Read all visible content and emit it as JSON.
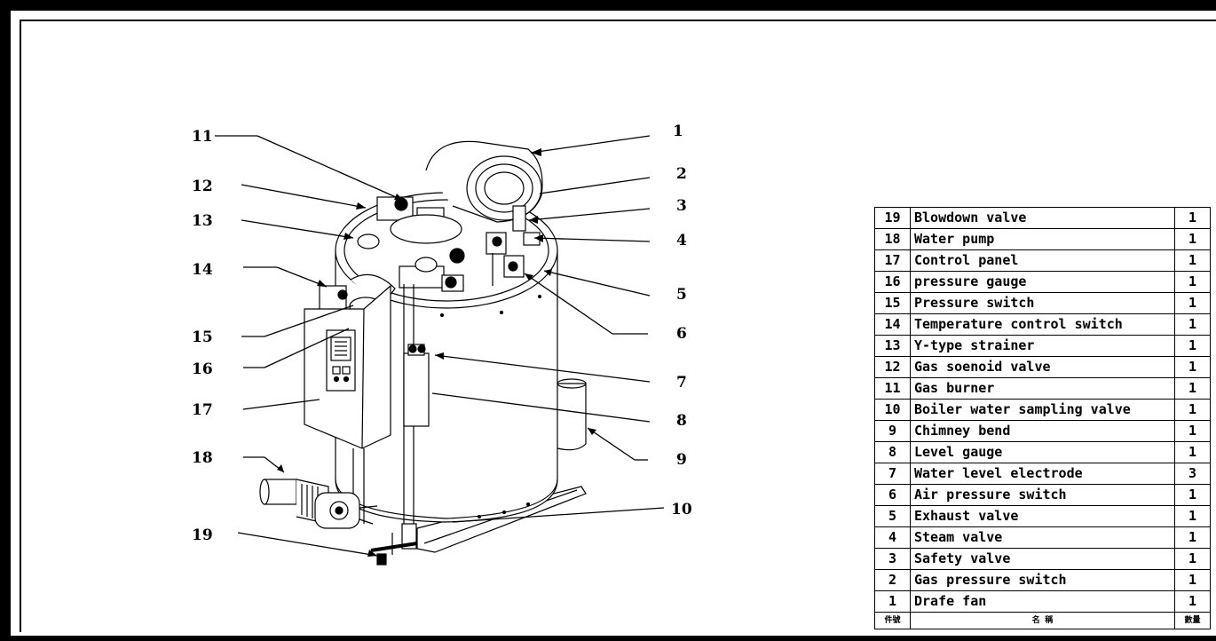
{
  "callouts": [
    "1",
    "2",
    "3",
    "4",
    "5",
    "6",
    "7",
    "8",
    "9",
    "10",
    "11",
    "12",
    "13",
    "14",
    "15",
    "16",
    "17",
    "18",
    "19"
  ],
  "parts_table": {
    "rows": [
      {
        "no": "19",
        "name": "Blowdown valve",
        "qty": "1"
      },
      {
        "no": "18",
        "name": "Water pump",
        "qty": "1"
      },
      {
        "no": "17",
        "name": "Control panel",
        "qty": "1"
      },
      {
        "no": "16",
        "name": "pressure gauge",
        "qty": "1"
      },
      {
        "no": "15",
        "name": "Pressure switch",
        "qty": "1"
      },
      {
        "no": "14",
        "name": "Temperature control switch",
        "qty": "1"
      },
      {
        "no": "13",
        "name": "Y-type strainer",
        "qty": "1"
      },
      {
        "no": "12",
        "name": "Gas soenoid valve",
        "qty": "1"
      },
      {
        "no": "11",
        "name": "Gas burner",
        "qty": "1"
      },
      {
        "no": "10",
        "name": "Boiler water sampling valve",
        "qty": "1"
      },
      {
        "no": "9",
        "name": "Chimney bend",
        "qty": "1"
      },
      {
        "no": "8",
        "name": "Level gauge",
        "qty": "1"
      },
      {
        "no": "7",
        "name": "Water level electrode",
        "qty": "3"
      },
      {
        "no": "6",
        "name": "Air pressure switch",
        "qty": "1"
      },
      {
        "no": "5",
        "name": "Exhaust valve",
        "qty": "1"
      },
      {
        "no": "4",
        "name": "Steam valve",
        "qty": "1"
      },
      {
        "no": "3",
        "name": "Safety valve",
        "qty": "1"
      },
      {
        "no": "2",
        "name": "Gas pressure switch",
        "qty": "1"
      },
      {
        "no": "1",
        "name": "Drafe fan",
        "qty": "1"
      }
    ],
    "header": {
      "no": "件號",
      "name": "名   稱",
      "qty": "數量"
    }
  }
}
